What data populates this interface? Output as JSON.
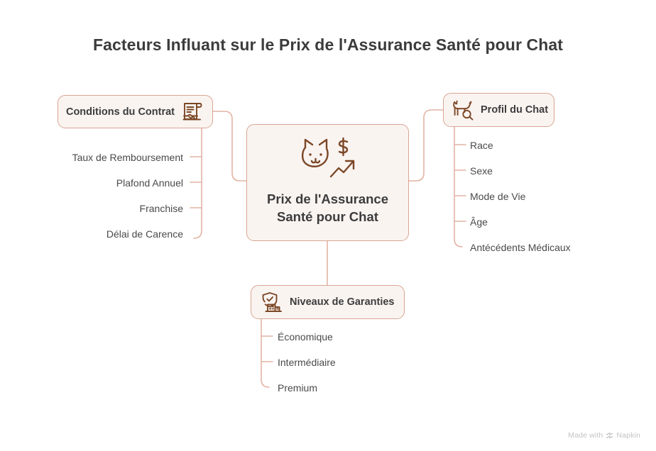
{
  "page": {
    "title": "Facteurs Influant sur le Prix de l'Assurance Santé pour Chat",
    "background_color": "#ffffff"
  },
  "theme": {
    "node_fill": "#faf4f1",
    "node_border": "#d9a593",
    "connector_color": "#e3b4a4",
    "icon_color": "#7b4726",
    "title_color": "#3c3c3c",
    "leaf_text_color": "#4a4a4a",
    "watermark_color": "#c3c3c3"
  },
  "center": {
    "label": "Prix de l'Assurance\nSanté pour Chat",
    "icon": "cat-price-trend-icon"
  },
  "branches": [
    {
      "id": "contract",
      "label": "Conditions du Contrat",
      "icon": "contract-handshake-icon",
      "side": "left",
      "items": [
        {
          "label": "Taux de Remboursement"
        },
        {
          "label": "Plafond Annuel"
        },
        {
          "label": "Franchise"
        },
        {
          "label": "Délai de Carence"
        }
      ]
    },
    {
      "id": "profile",
      "label": "Profil du Chat",
      "icon": "cat-magnifier-icon",
      "side": "right",
      "items": [
        {
          "label": "Race"
        },
        {
          "label": "Sexe"
        },
        {
          "label": "Mode de Vie"
        },
        {
          "label": "Âge"
        },
        {
          "label": "Antécédents Médicaux"
        }
      ]
    },
    {
      "id": "coverage",
      "label": "Niveaux de Garanties",
      "icon": "shield-building-icon",
      "side": "bottom",
      "items": [
        {
          "label": "Économique"
        },
        {
          "label": "Intermédiaire"
        },
        {
          "label": "Premium"
        }
      ]
    }
  ],
  "watermark": {
    "prefix": "Made with",
    "brand": "Napkin",
    "mark": "napkin-logo-icon"
  }
}
